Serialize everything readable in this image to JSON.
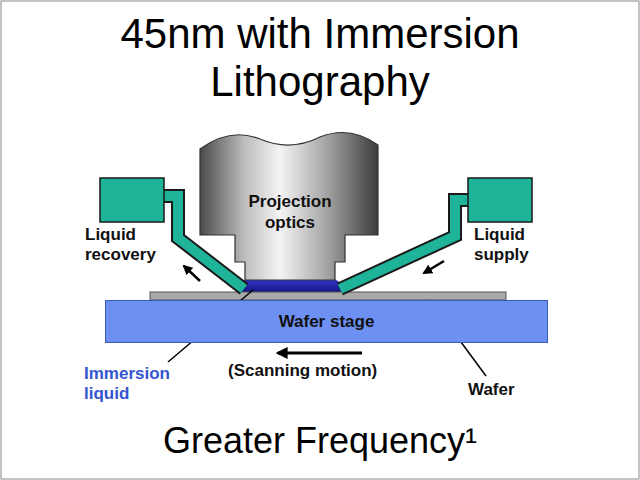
{
  "diagram": {
    "title": "45nm with Immersion Lithography",
    "caption": "Greater Frequency¹",
    "nodes": [
      {
        "text": [
          "Projection optics"
        ]
      },
      {
        "text": [
          "Wafer stage"
        ]
      }
    ],
    "labels": [
      "Liquid recovery",
      "Liquid supply",
      "Immersion liquid",
      "(Scanning motion)",
      "Wafer"
    ]
  }
}
